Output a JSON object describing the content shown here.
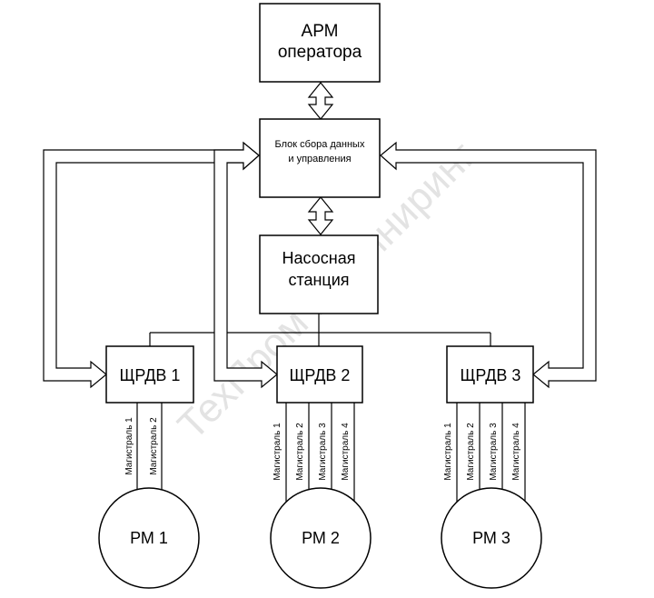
{
  "watermark": "ТехПром Инжиниринг",
  "arm": {
    "line1": "АРМ",
    "line2": "оператора"
  },
  "block": {
    "line1": "Блок сбора данных",
    "line2": "и управления"
  },
  "pump": {
    "line1": "Насосная",
    "line2": "станция"
  },
  "shrdv": [
    "ЩРДВ 1",
    "ЩРДВ 2",
    "ЩРДВ 3"
  ],
  "pm": [
    "РМ 1",
    "РМ 2",
    "РМ 3"
  ],
  "mains": {
    "m1": "Магистраль 1",
    "m2": "Магистраль 2",
    "m3": "Магистраль 3",
    "m4": "Магистраль 4"
  }
}
